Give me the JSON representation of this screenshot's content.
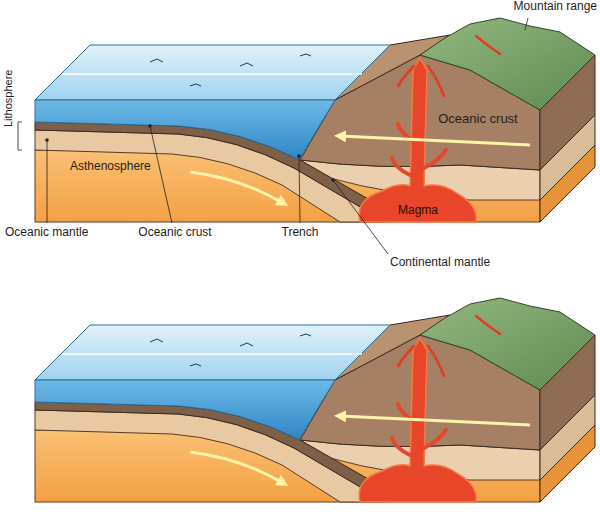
{
  "diagram": {
    "labels": [
      "Mountain range",
      "Lithosphere",
      "Oceanic crust",
      "Asthenosphere",
      "Magma",
      "Oceanic mantle",
      "Oceanic crust",
      "Trench",
      "Continental mantle"
    ]
  }
}
